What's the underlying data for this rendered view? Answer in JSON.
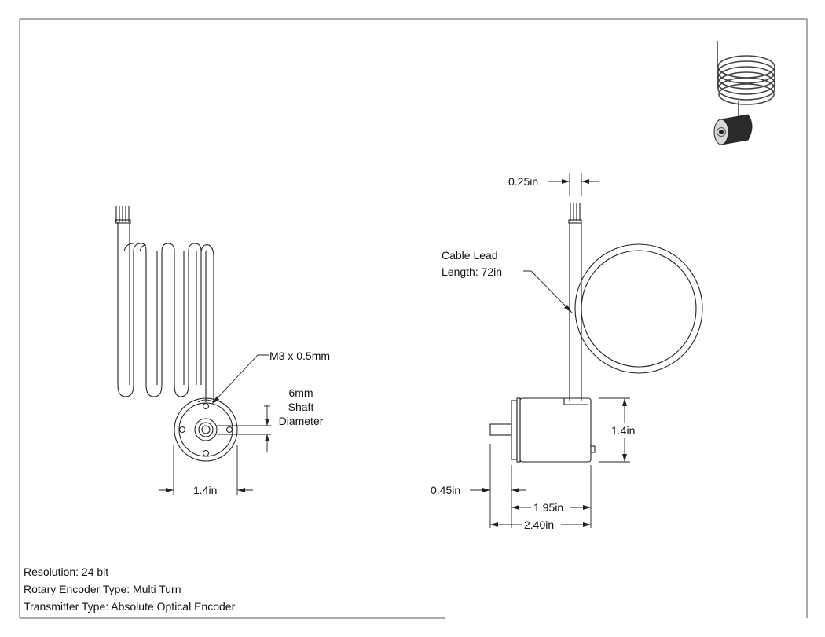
{
  "labels": {
    "cable_dia": "0.25in",
    "cable_lead_line1": "Cable Lead",
    "cable_lead_line2": "Length: 72in",
    "thread": "M3 x 0.5mm",
    "shaft_line1": "6mm",
    "shaft_line2": "Shaft",
    "shaft_line3": "Diameter",
    "front_width": "1.4in",
    "side_height": "1.4in",
    "shaft_len": "0.45in",
    "body_len": "1.95in",
    "total_len": "2.40in"
  },
  "specs": [
    "Resolution: 24 bit",
    "Rotary Encoder Type: Multi Turn",
    "Transmitter Type: Absolute Optical Encoder"
  ],
  "colors": {
    "line": "#222222",
    "border": "#555555",
    "iso_dark": "#2b2b2b"
  }
}
